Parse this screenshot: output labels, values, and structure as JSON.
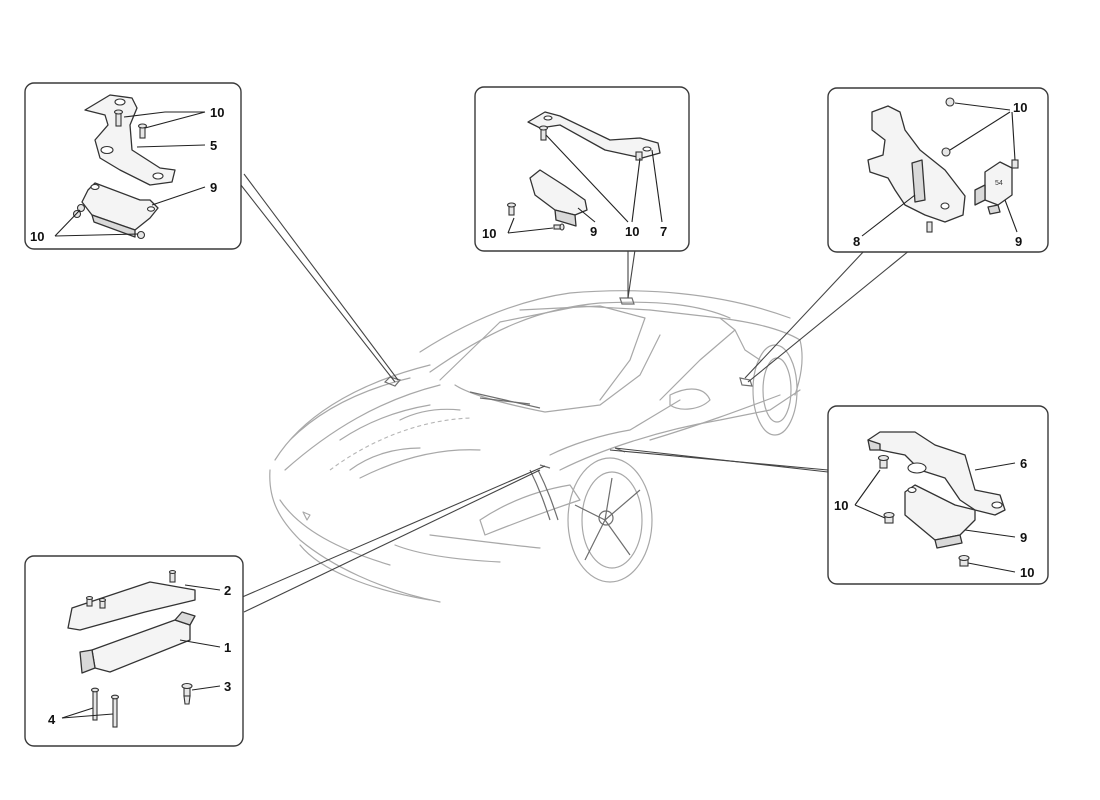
{
  "panels": {
    "top_left": {
      "labels": [
        "10",
        "5",
        "9",
        "10"
      ]
    },
    "top_center": {
      "labels": [
        "10",
        "9",
        "10",
        "7"
      ]
    },
    "top_right": {
      "labels": [
        "10",
        "8",
        "9"
      ]
    },
    "mid_right": {
      "labels": [
        "6",
        "10",
        "9",
        "10"
      ]
    },
    "bottom_left": {
      "labels": [
        "2",
        "1",
        "3",
        "4"
      ]
    }
  }
}
